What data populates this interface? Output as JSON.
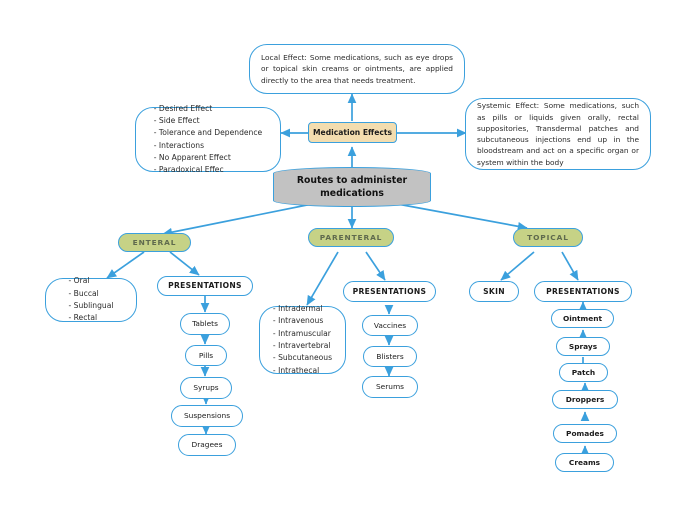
{
  "diagram": {
    "title": "Routes to administer medications",
    "colors": {
      "edge": "#3ba0dd",
      "node_border": "#3ba0dd",
      "node_fill": "#ffffff",
      "center_fill": "#c2c2c2",
      "effects_fill": "#f3ddaf",
      "category_fill": "#c6d286",
      "category_text": "#5f6a4d",
      "text": "#1b1b1b",
      "background": "#ffffff"
    },
    "center": {
      "label": "Routes to administer medications"
    },
    "effects": {
      "label": "Medication Effects",
      "local": "Local Effect: Some medications, such as eye drops or topical skin creams or ointments, are applied directly to the area that needs treatment.",
      "systemic": "Systemic Effect: Some medications, such as pills or liquids given orally, rectal suppositories, Transdermal patches and subcutaneous injections end up in the bloodstream and act on a specific organ or system within the body",
      "types_list": "- Desired Effect\n- Side Effect\n- Tolerance and Dependence\n- Interactions\n- No Apparent Effect\n- Paradoxical Effec"
    },
    "branches": {
      "enteral": {
        "label": "ENTERAL",
        "routes_list": "- Oral\n- Buccal\n- Sublingual\n- Rectal",
        "presentations_label": "PRESENTATIONS",
        "presentations": [
          "Tablets",
          "Pills",
          "Syrups",
          "Suspensions",
          "Dragees"
        ]
      },
      "parenteral": {
        "label": "PARENTERAL",
        "routes_list": "- Intradermal\n- Intravenous\n- Intramuscular\n- Intravertebral\n- Subcutaneous\n- Intrathecal",
        "presentations_label": "PRESENTATIONS",
        "presentations": [
          "Vaccines",
          "Blisters",
          "Serums"
        ]
      },
      "topical": {
        "label": "TOPICAL",
        "skin_label": "SKIN",
        "presentations_label": "PRESENTATIONS",
        "presentations": [
          "Ointment",
          "Sprays",
          "Patch",
          "Droppers",
          "Pomades",
          "Creams"
        ]
      }
    }
  }
}
